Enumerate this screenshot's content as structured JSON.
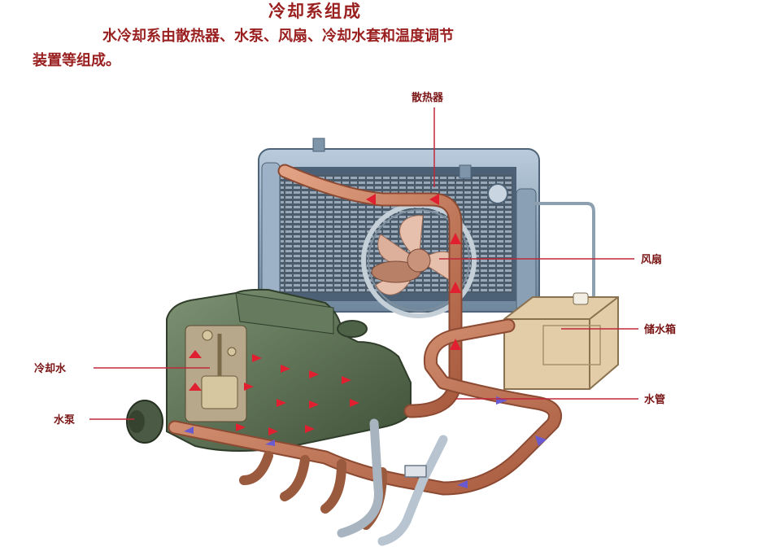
{
  "title": "冷却系组成",
  "description": {
    "line1": "水冷却系由散热器、水泵、风扇、冷却水套和温度调节",
    "line2": "装置等组成。"
  },
  "labels": {
    "radiator": "散热器",
    "fan": "风扇",
    "reservoir": "储水箱",
    "coolant": "冷却水",
    "pipe": "水管",
    "pump": "水泵"
  },
  "colors": {
    "text": "#9a1f1f",
    "leader": "#c0283a",
    "pipe": "#c8785a",
    "engine": "#5d7155",
    "radiator": "#8fa7bd",
    "tank": "#d9c29b",
    "arrow_red": "#e02030",
    "arrow_blue": "#6a5ad0"
  }
}
